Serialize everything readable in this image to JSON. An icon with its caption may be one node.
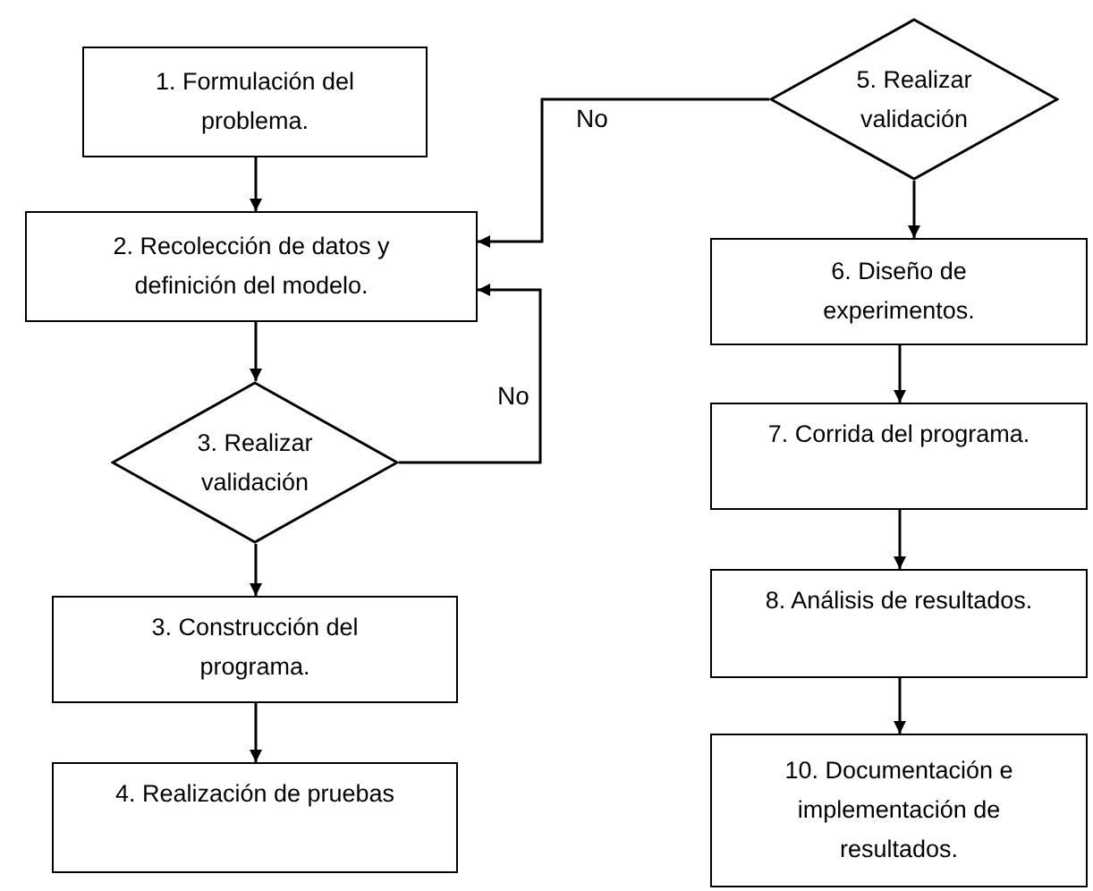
{
  "diagram": {
    "nodes": [
      {
        "text": [
          "1. Formulación del problema."
        ]
      },
      {
        "text": [
          "2. Recolección de datos y definición del modelo."
        ]
      },
      {
        "text": [
          "3. Realizar validación"
        ]
      },
      {
        "text": [
          "3. Construcción del programa."
        ]
      },
      {
        "text": [
          "4. Realización de pruebas"
        ]
      },
      {
        "text": [
          "5. Realizar validación"
        ]
      },
      {
        "text": [
          "6. Diseño de experimentos."
        ]
      },
      {
        "text": [
          "7. Corrida del programa."
        ]
      },
      {
        "text": [
          "8. Análisis de resultados."
        ]
      },
      {
        "text": [
          "10. Documentación e implementación de resultados."
        ]
      }
    ],
    "edges": [
      {
        "from": 0,
        "to": 1,
        "arrow": "to"
      },
      {
        "from": 1,
        "to": 2,
        "arrow": "to"
      },
      {
        "from": 2,
        "to": 3,
        "arrow": "to"
      },
      {
        "from": 3,
        "to": 4,
        "arrow": "to"
      },
      {
        "from": 2,
        "to": 1,
        "arrow": "to",
        "label": "No"
      },
      {
        "from": 5,
        "to": 1,
        "arrow": "to",
        "label": "No"
      },
      {
        "from": 5,
        "to": 6,
        "arrow": "to"
      },
      {
        "from": 6,
        "to": 7,
        "arrow": "to"
      },
      {
        "from": 7,
        "to": 8,
        "arrow": "to"
      },
      {
        "from": 8,
        "to": 9,
        "arrow": "to"
      }
    ]
  }
}
